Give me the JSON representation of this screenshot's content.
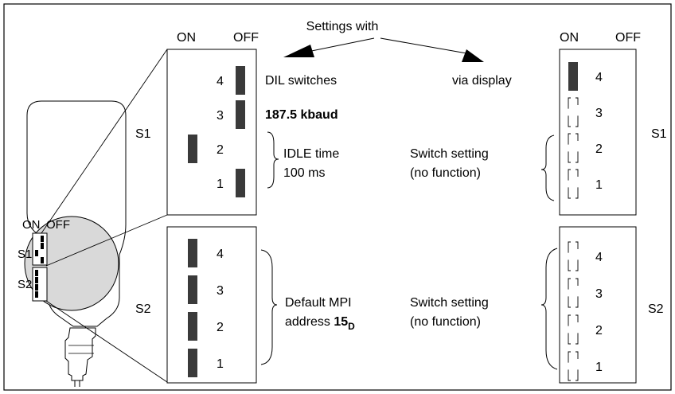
{
  "headers": {
    "left_on": "ON",
    "left_off": "OFF",
    "right_on": "ON",
    "right_off": "OFF",
    "settings_with": "Settings with"
  },
  "left": {
    "s1": {
      "label": "S1",
      "switches": [
        {
          "number": "4",
          "state": "OFF"
        },
        {
          "number": "3",
          "state": "OFF"
        },
        {
          "number": "2",
          "state": "ON"
        },
        {
          "number": "1",
          "state": "OFF"
        }
      ],
      "dil_switches": "DIL switches",
      "baud": "187.5 kbaud",
      "idle_line1": "IDLE time",
      "idle_line2": "100 ms"
    },
    "s2": {
      "label": "S2",
      "switches": [
        {
          "number": "4",
          "state": "ON"
        },
        {
          "number": "3",
          "state": "ON"
        },
        {
          "number": "2",
          "state": "ON"
        },
        {
          "number": "1",
          "state": "ON"
        }
      ],
      "mpi_line1": "Default MPI",
      "mpi_line2_prefix": "address ",
      "mpi_value": "15",
      "mpi_subscript": "D"
    }
  },
  "right": {
    "via_display": "via display",
    "s1": {
      "label": "S1",
      "switches": [
        {
          "number": "4",
          "state": "ON"
        },
        {
          "number": "3",
          "state": "none"
        },
        {
          "number": "2",
          "state": "none"
        },
        {
          "number": "1",
          "state": "none"
        }
      ],
      "note_line1": "Switch setting",
      "note_line2": "(no function)"
    },
    "s2": {
      "label": "S2",
      "switches": [
        {
          "number": "4",
          "state": "none"
        },
        {
          "number": "3",
          "state": "none"
        },
        {
          "number": "2",
          "state": "none"
        },
        {
          "number": "1",
          "state": "none"
        }
      ],
      "note_line1": "Switch setting",
      "note_line2": "(no function)"
    }
  },
  "device": {
    "on": "ON",
    "off": "OFF",
    "s1": "S1",
    "s2": "S2"
  },
  "colors": {
    "switch_fill": "#3a3a3a",
    "zoom_circle": "#d9d9d9",
    "outline": "#000000"
  }
}
